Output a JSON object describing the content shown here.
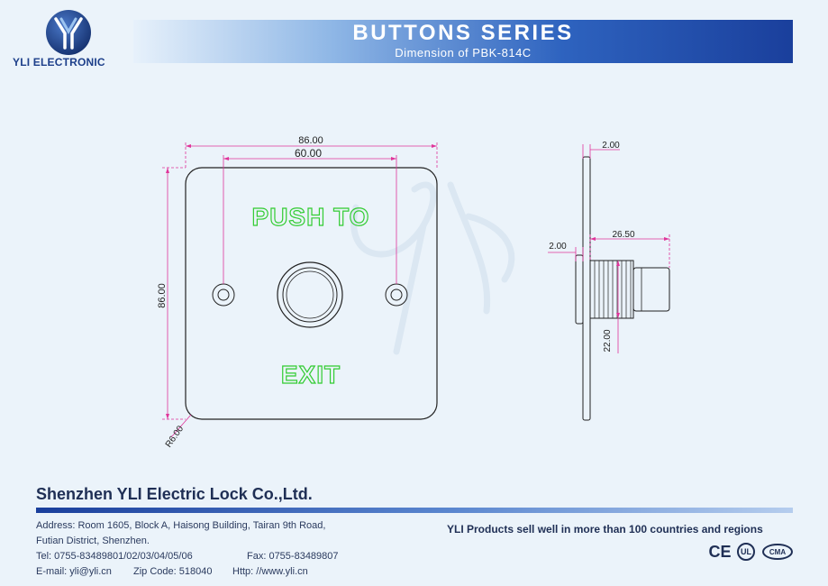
{
  "header": {
    "logo_text": "YLI ELECTRONIC",
    "title": "BUTTONS SERIES",
    "subtitle": "Dimension of PBK-814C"
  },
  "drawing": {
    "front": {
      "width_dim": "86.00",
      "hole_spacing_dim": "60.00",
      "height_dim": "86.00",
      "radius_dim": "R6.00",
      "label_top": "PUSH TO",
      "label_bottom": "EXIT"
    },
    "side": {
      "plate_thickness_dim": "2.00",
      "nut_thickness_dim": "2.00",
      "body_length_dim": "26.50",
      "thread_diameter_dim": "22.00"
    }
  },
  "footer": {
    "company": "Shenzhen YLI Electric Lock Co.,Ltd.",
    "address_line1": "Address: Room 1605, Block A, Haisong Building, Tairan 9th Road,",
    "address_line2": "Futian District, Shenzhen.",
    "tel": "Tel: 0755-83489801/02/03/04/05/06",
    "fax": "Fax: 0755-83489807",
    "email": "E-mail: yli@yli.cn",
    "zip": "Zip Code: 518040",
    "http": "Http: //www.yli.cn",
    "slogan": "YLI Products sell well in more than 100 countries and regions",
    "certs": [
      "CE",
      "UL",
      "CMA"
    ]
  },
  "colors": {
    "dimension": "#e0349a",
    "label_green": "#33cc33",
    "banner_dark": "#1a3f9c"
  }
}
